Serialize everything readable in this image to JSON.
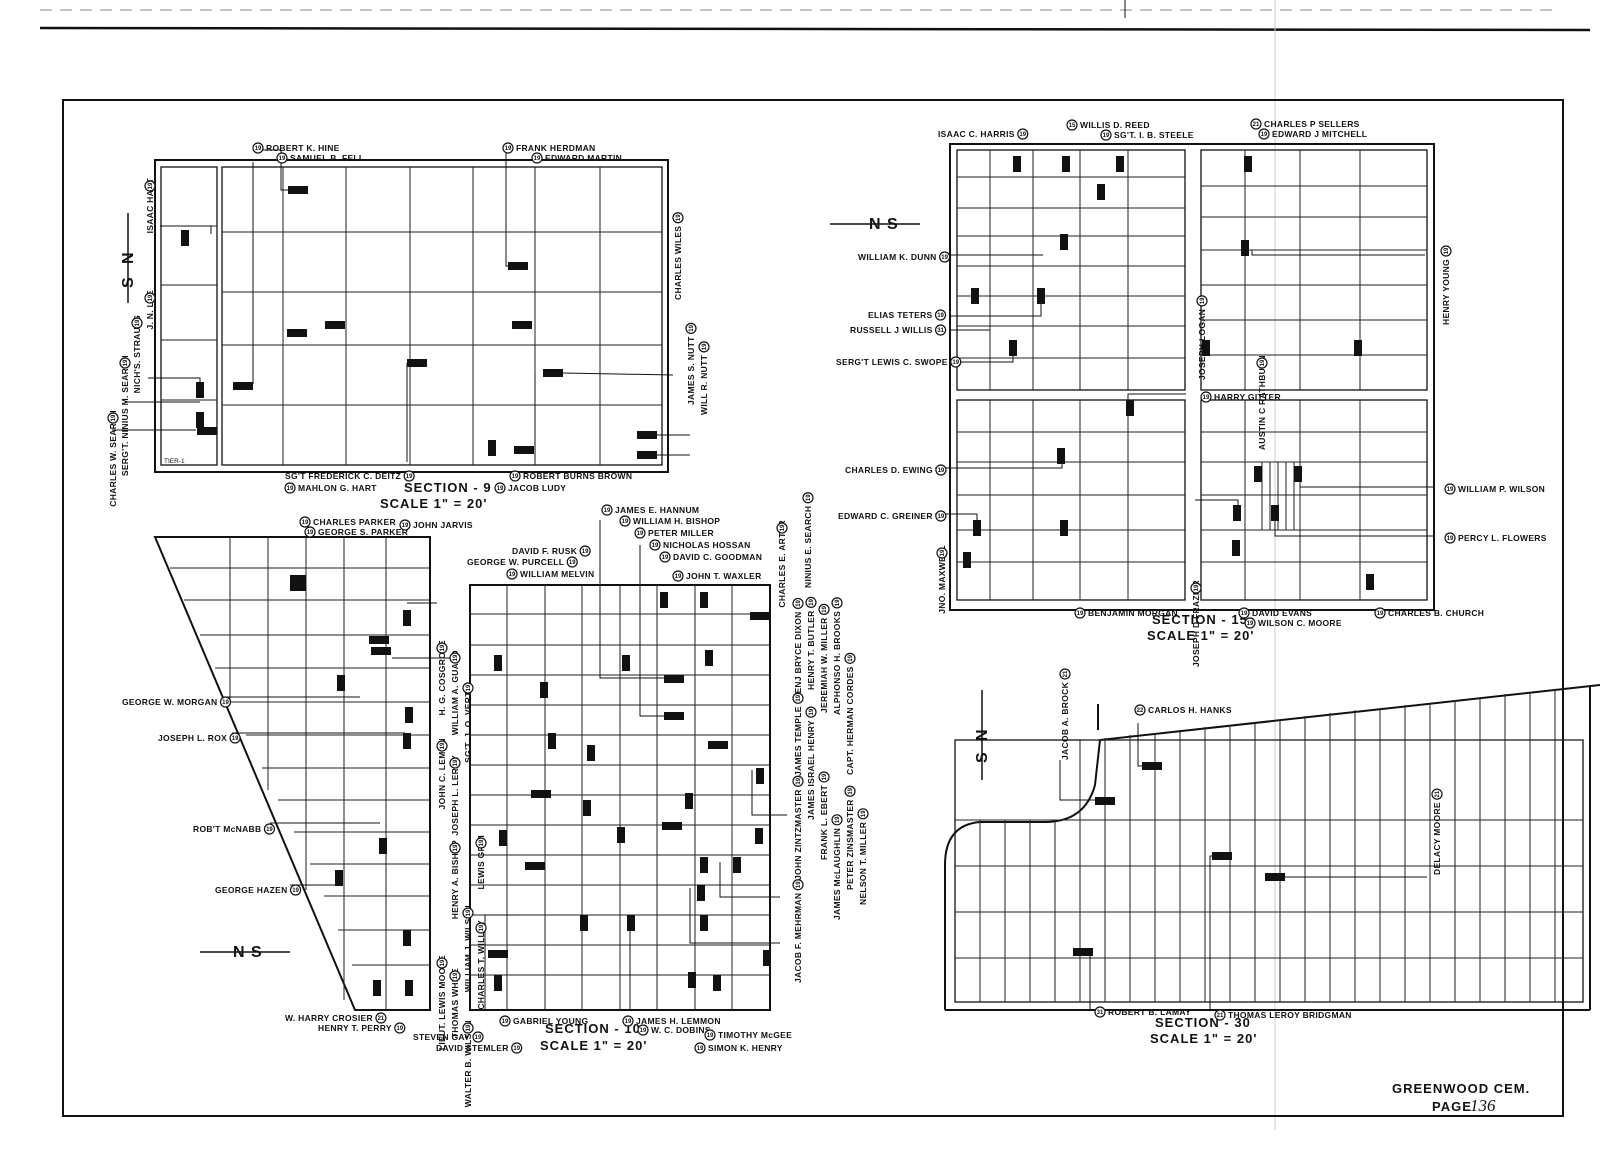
{
  "footer": {
    "cemetery": "GREENWOOD CEM.",
    "page_label": "PAGE",
    "page_number": "136"
  },
  "sections": [
    {
      "id": "s9",
      "title": "SECTION - 9",
      "scale": "SCALE 1\" = 20'",
      "tier": "TIER-1",
      "names": [
        {
          "n": "19",
          "text": "ROBERT K. HINE"
        },
        {
          "n": "19",
          "text": "SAMUEL B. FELL"
        },
        {
          "n": "19",
          "text": "FRANK HERDMAN"
        },
        {
          "n": "19",
          "text": "EDWARD MARTIN"
        },
        {
          "n": "19",
          "text": "ISAAC HART"
        },
        {
          "n": "19",
          "text": "J. N. LEE"
        },
        {
          "n": "19",
          "text": "NICH'S. STRAUSS"
        },
        {
          "n": "19",
          "text": "SERG'T. NINIUS M. SEARCH"
        },
        {
          "n": "19",
          "text": "CHARLES W. SEARCH"
        },
        {
          "n": "19",
          "text": "CHARLES WILES"
        },
        {
          "n": "19",
          "text": "JAMES S. NUTT"
        },
        {
          "n": "19",
          "text": "WILL R. NUTT"
        },
        {
          "n": "19",
          "text": "SG'T FREDERICK C. DEITZ"
        },
        {
          "n": "19",
          "text": "MAHLON G. HART"
        },
        {
          "n": "19",
          "text": "ROBERT BURNS BROWN"
        },
        {
          "n": "19",
          "text": "JACOB LUDY"
        }
      ]
    },
    {
      "id": "s15",
      "title": "SECTION - 15",
      "scale": "SCALE 1\" = 20'",
      "names": [
        {
          "n": "19",
          "text": "ISAAC C. HARRIS"
        },
        {
          "n": "15",
          "text": "WILLIS D. REED"
        },
        {
          "n": "19",
          "text": "SG'T. I. B. STEELE"
        },
        {
          "n": "21",
          "text": "CHARLES P SELLERS"
        },
        {
          "n": "19",
          "text": "EDWARD J MITCHELL"
        },
        {
          "n": "19",
          "text": "WILLIAM K. DUNN"
        },
        {
          "n": "19",
          "text": "ELIAS TETERS"
        },
        {
          "n": "31",
          "text": "RUSSELL J WILLIS"
        },
        {
          "n": "19",
          "text": "SERG'T LEWIS C. SWOPE"
        },
        {
          "n": "19",
          "text": "AUSTIN C RATHBURN"
        },
        {
          "n": "19",
          "text": "HENRY YOUNG"
        },
        {
          "n": "19",
          "text": "JOSEPH LOGAN"
        },
        {
          "n": "19",
          "text": "HARRY GITTER"
        },
        {
          "n": "19",
          "text": "CHARLES D. EWING"
        },
        {
          "n": "19",
          "text": "EDWARD C. GREINER"
        },
        {
          "n": "19",
          "text": "JNO. MAXWELL"
        },
        {
          "n": "19",
          "text": "JOSEPH D FRAZIER"
        },
        {
          "n": "19",
          "text": "WILLIAM P. WILSON"
        },
        {
          "n": "19",
          "text": "PERCY L. FLOWERS"
        },
        {
          "n": "19",
          "text": "BENJAMIN MORGAN"
        },
        {
          "n": "19",
          "text": "DAVID EVANS"
        },
        {
          "n": "19",
          "text": "WILSON C. MOORE"
        },
        {
          "n": "19",
          "text": "CHARLES B. CHURCH"
        }
      ]
    },
    {
      "id": "s10",
      "title": "SECTION - 10",
      "scale": "SCALE 1\" = 20'",
      "names": [
        {
          "n": "19",
          "text": "CHARLES PARKER"
        },
        {
          "n": "19",
          "text": "GEORGE S. PARKER"
        },
        {
          "n": "19",
          "text": "JOHN JARVIS"
        },
        {
          "n": "19",
          "text": "JAMES E. HANNUM"
        },
        {
          "n": "19",
          "text": "WILLIAM H. BISHOP"
        },
        {
          "n": "19",
          "text": "PETER MILLER"
        },
        {
          "n": "19",
          "text": "NICHOLAS HOSSAN"
        },
        {
          "n": "19",
          "text": "DAVID C. GOODMAN"
        },
        {
          "n": "19",
          "text": "DAVID F. RUSK"
        },
        {
          "n": "19",
          "text": "GEORGE W. PURCELL"
        },
        {
          "n": "19",
          "text": "WILLIAM MELVIN"
        },
        {
          "n": "19",
          "text": "JOHN T. WAXLER"
        },
        {
          "n": "19",
          "text": "CHARLES E. ARTER"
        },
        {
          "n": "19",
          "text": "NINIUS E. SEARCH"
        },
        {
          "n": "19",
          "text": "H. G. COSGROVE"
        },
        {
          "n": "19",
          "text": "WILLIAM A. GUARD"
        },
        {
          "n": "19",
          "text": "SG'T. J. O. VERTAL"
        },
        {
          "n": "19",
          "text": "JOHN C. LEMON"
        },
        {
          "n": "19",
          "text": "JOSEPH L. LEROY"
        },
        {
          "n": "19",
          "text": "GEORGE W. MORGAN"
        },
        {
          "n": "19",
          "text": "JOSEPH L. ROX"
        },
        {
          "n": "19",
          "text": "ROB'T McNABB"
        },
        {
          "n": "19",
          "text": "GEORGE HAZEN"
        },
        {
          "n": "19",
          "text": "BENJ BRYCE DIXON"
        },
        {
          "n": "19",
          "text": "HENRY T. BUTLER"
        },
        {
          "n": "19",
          "text": "JEREMIAH W. MILLER"
        },
        {
          "n": "19",
          "text": "ALPHONSO H. BROOKS"
        },
        {
          "n": "19",
          "text": "CAPT. HERMAN CORDES"
        },
        {
          "n": "19",
          "text": "JAMES TEMPLE"
        },
        {
          "n": "19",
          "text": "JAMES ISRAEL HENRY"
        },
        {
          "n": "19",
          "text": "FRANK L. EBERT"
        },
        {
          "n": "19",
          "text": "JOHN ZINTZMASTER"
        },
        {
          "n": "19",
          "text": "PETER ZINSMASTER"
        },
        {
          "n": "19",
          "text": "JAMES McLAUGHLIN"
        },
        {
          "n": "19",
          "text": "NELSON T. MILLER"
        },
        {
          "n": "19",
          "text": "JACOB F. MEHRMAN"
        },
        {
          "n": "19",
          "text": "HENRY A. BISHOP"
        },
        {
          "n": "19",
          "text": "LEWIS GRIM"
        },
        {
          "n": "19",
          "text": "WILLIAM J. WILSON"
        },
        {
          "n": "19",
          "text": "CHARLES T. WILLEY"
        },
        {
          "n": "19",
          "text": "LIEUT. LEWIS MOORE"
        },
        {
          "n": "19",
          "text": "THOMAS WHITE"
        },
        {
          "n": "19",
          "text": "WALTER B. WILSON"
        },
        {
          "n": "21",
          "text": "W. HARRY CROSIER"
        },
        {
          "n": "19",
          "text": "HENRY T. PERRY"
        },
        {
          "n": "19",
          "text": "STEVEN GAY"
        },
        {
          "n": "19",
          "text": "DAVID STEMLER"
        },
        {
          "n": "19",
          "text": "GABRIEL YOUNG"
        },
        {
          "n": "19",
          "text": "JAMES H. LEMMON"
        },
        {
          "n": "19",
          "text": "W. C. DOBINS"
        },
        {
          "n": "19",
          "text": "TIMOTHY McGEE"
        },
        {
          "n": "19",
          "text": "SIMON K. HENRY"
        }
      ]
    },
    {
      "id": "s30",
      "title": "SECTION - 30",
      "scale": "SCALE 1\" = 20'",
      "names": [
        {
          "n": "21",
          "text": "JACOB A. BROCK"
        },
        {
          "n": "22",
          "text": "CARLOS H. HANKS"
        },
        {
          "n": "21",
          "text": "DELACY MOORE"
        },
        {
          "n": "31",
          "text": "ROBERT B. LAMAY"
        },
        {
          "n": "21",
          "text": "THOMAS LEROY BRIDGMAN"
        }
      ]
    }
  ]
}
